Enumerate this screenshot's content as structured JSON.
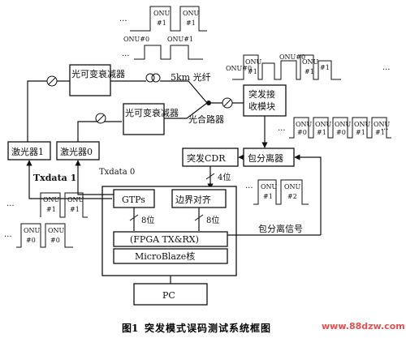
{
  "labels": {
    "fiber": "5km 光纤",
    "laser1": "激光器1",
    "laser0": "激光器0",
    "att1": "光可变衰减器",
    "att0": "光可变衰减器",
    "coupler": "光合路器",
    "burst_rx_line1": "突发接",
    "burst_rx_line2": "收模块",
    "cdr": "突发CDR",
    "sep": "包分离器",
    "txdata1": "Txdata 1",
    "txdata0": "Txdata 0",
    "gtps": "GTPs",
    "align": "边界对齐",
    "bits4": "4位",
    "bits8a": "8位",
    "bits8b": "8位",
    "fpga": "(FPGA TX&RX)",
    "mb": "MicroBlaze核",
    "pc": "PC",
    "sepsig": "包分离信号"
  },
  "onu": {
    "prefix": "ONU",
    "num0": "#0",
    "num1": "#1",
    "num2": "#2",
    "compact0": "ONU#0",
    "compact1": "ONU#1",
    "ellipsis": "..."
  },
  "caption": {
    "figure": "图1",
    "title": "突发模式误码测试系统框图",
    "watermark": "www.88dzw.com"
  }
}
